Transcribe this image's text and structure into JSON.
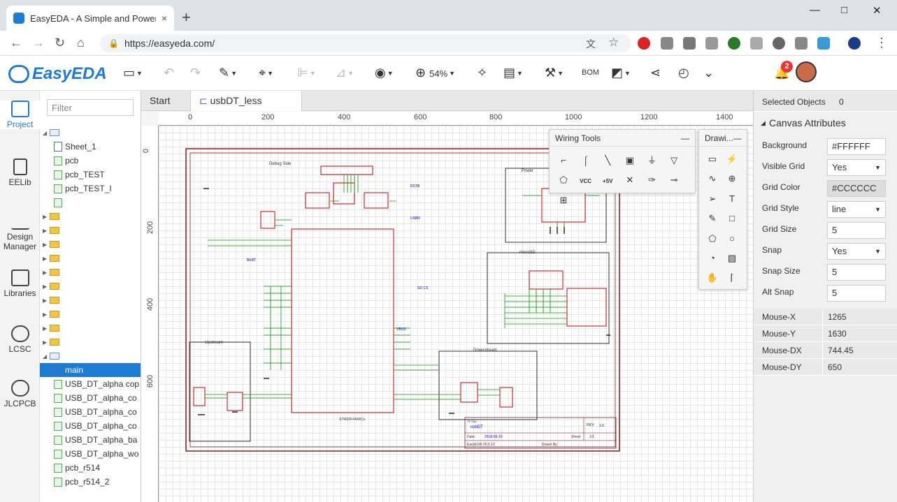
{
  "browser": {
    "tab_title": "EasyEDA - A Simple and Powerful",
    "tab_close": "×",
    "new_tab": "+",
    "url": "https://easyeda.com/",
    "window_minimize": "—",
    "window_maximize": "□",
    "window_close": "✕"
  },
  "app": {
    "logo_text": "EasyEDA",
    "zoom": "54%",
    "bom_label": "BOM",
    "notification_count": "2"
  },
  "left_sidebar": [
    {
      "label": "Project",
      "icon": "folder-icon"
    },
    {
      "label": "EELib",
      "icon": "chip-icon"
    },
    {
      "label": "Design Manager",
      "icon": "list-icon"
    },
    {
      "label": "Libraries",
      "icon": "libraries-icon"
    },
    {
      "label": "LCSC",
      "icon": "lcsc-icon"
    },
    {
      "label": "JLCPCB",
      "icon": "jlcpcb-icon"
    }
  ],
  "project_tree": {
    "filter_placeholder": "Filter",
    "items": [
      {
        "label": "",
        "type": "folder-open",
        "arrow": "◢"
      },
      {
        "label": "Sheet_1",
        "type": "sheet"
      },
      {
        "label": "pcb",
        "type": "pcb"
      },
      {
        "label": "pcb_TEST",
        "type": "pcb"
      },
      {
        "label": "pcb_TEST_I",
        "type": "pcb"
      },
      {
        "label": "",
        "type": "pcb"
      },
      {
        "label": "",
        "type": "folder",
        "arrow": "▶"
      },
      {
        "label": "",
        "type": "folder",
        "arrow": "▶"
      },
      {
        "label": "",
        "type": "folder",
        "arrow": "▶"
      },
      {
        "label": "",
        "type": "folder",
        "arrow": "▶"
      },
      {
        "label": "",
        "type": "folder",
        "arrow": "▶"
      },
      {
        "label": "",
        "type": "folder",
        "arrow": "▶"
      },
      {
        "label": "",
        "type": "folder",
        "arrow": "▶"
      },
      {
        "label": "",
        "type": "folder",
        "arrow": "▶"
      },
      {
        "label": "",
        "type": "folder",
        "arrow": "▶"
      },
      {
        "label": "",
        "type": "folder",
        "arrow": "▶"
      },
      {
        "label": "",
        "type": "folder-open",
        "arrow": "◢"
      },
      {
        "label": "main",
        "type": "sheet",
        "selected": true
      },
      {
        "label": "USB_DT_alpha cop",
        "type": "pcb"
      },
      {
        "label": "USB_DT_alpha_co",
        "type": "pcb"
      },
      {
        "label": "USB_DT_alpha_co",
        "type": "pcb"
      },
      {
        "label": "USB_DT_alpha_co",
        "type": "pcb"
      },
      {
        "label": "USB_DT_alpha_ba",
        "type": "pcb"
      },
      {
        "label": "USB_DT_alpha_wo",
        "type": "pcb"
      },
      {
        "label": "pcb_r514",
        "type": "pcb"
      },
      {
        "label": "pcb_r514_2",
        "type": "pcb"
      }
    ]
  },
  "doc_tabs": [
    {
      "label": "Start"
    },
    {
      "label": "usbDT_less",
      "active": true
    }
  ],
  "ruler_x": [
    "0",
    "200",
    "400",
    "600",
    "800",
    "1000",
    "1200",
    "1400"
  ],
  "ruler_y": [
    "0",
    "200",
    "400",
    "600"
  ],
  "schematic": {
    "sections": [
      "Debug Side",
      "Power",
      "microSD",
      "Upstream",
      "Downstream"
    ],
    "title_block": {
      "title_label": "TITLE:",
      "title": "usbDT",
      "rev_label": "REV:",
      "rev": "1.0",
      "date_label": "Date:",
      "date": "2018-06-10",
      "sheet_label": "Sheet:",
      "sheet": "1/1",
      "software": "EasyEDA V5.5.12",
      "drawn_label": "Drawn By:"
    },
    "mcu_label": "STM32F446RCx"
  },
  "wiring_tools": {
    "title": "Wiring Tools",
    "tools": [
      "wire-icon",
      "bus-icon",
      "line-icon",
      "net-label-icon",
      "ground-icon",
      "net-port-icon",
      "netflag-icon",
      "vcc-icon",
      "plus5v-icon",
      "no-connect-icon",
      "pencil-wire-icon",
      "pin-icon",
      "group-icon"
    ],
    "vcc_text": "VCC",
    "plus5v_text": "+5V"
  },
  "drawing_tools": {
    "title": "Drawi...",
    "tools": [
      "image-icon",
      "polyline-icon",
      "arc-icon",
      "pin-circle-icon",
      "arrow-icon",
      "text-icon",
      "freehand-icon",
      "rect-icon",
      "polygon-icon",
      "circle-icon",
      "pie-icon",
      "picture-icon",
      "hand-icon",
      "dimension-icon"
    ]
  },
  "right_panel": {
    "selected_label": "Selected Objects",
    "selected_count": "0",
    "canvas_title": "Canvas Attributes",
    "attributes": [
      {
        "label": "Background",
        "value": "#FFFFFF",
        "kind": "input"
      },
      {
        "label": "Visible Grid",
        "value": "Yes",
        "kind": "select"
      },
      {
        "label": "Grid Color",
        "value": "#CCCCCC",
        "kind": "grey"
      },
      {
        "label": "Grid Style",
        "value": "line",
        "kind": "select"
      },
      {
        "label": "Grid Size",
        "value": "5",
        "kind": "input"
      },
      {
        "label": "Snap",
        "value": "Yes",
        "kind": "select"
      },
      {
        "label": "Snap Size",
        "value": "5",
        "kind": "input"
      },
      {
        "label": "Alt Snap",
        "value": "5",
        "kind": "input"
      }
    ],
    "mouse": [
      {
        "label": "Mouse-X",
        "value": "1265"
      },
      {
        "label": "Mouse-Y",
        "value": "1630"
      },
      {
        "label": "Mouse-DX",
        "value": "744.45"
      },
      {
        "label": "Mouse-DY",
        "value": "650"
      }
    ]
  },
  "colors": {
    "accent": "#1e7bd4",
    "frame": "#8b1a1a",
    "wire": "#00a000",
    "component": "#cc0000",
    "netlabel": "#0000cc"
  }
}
